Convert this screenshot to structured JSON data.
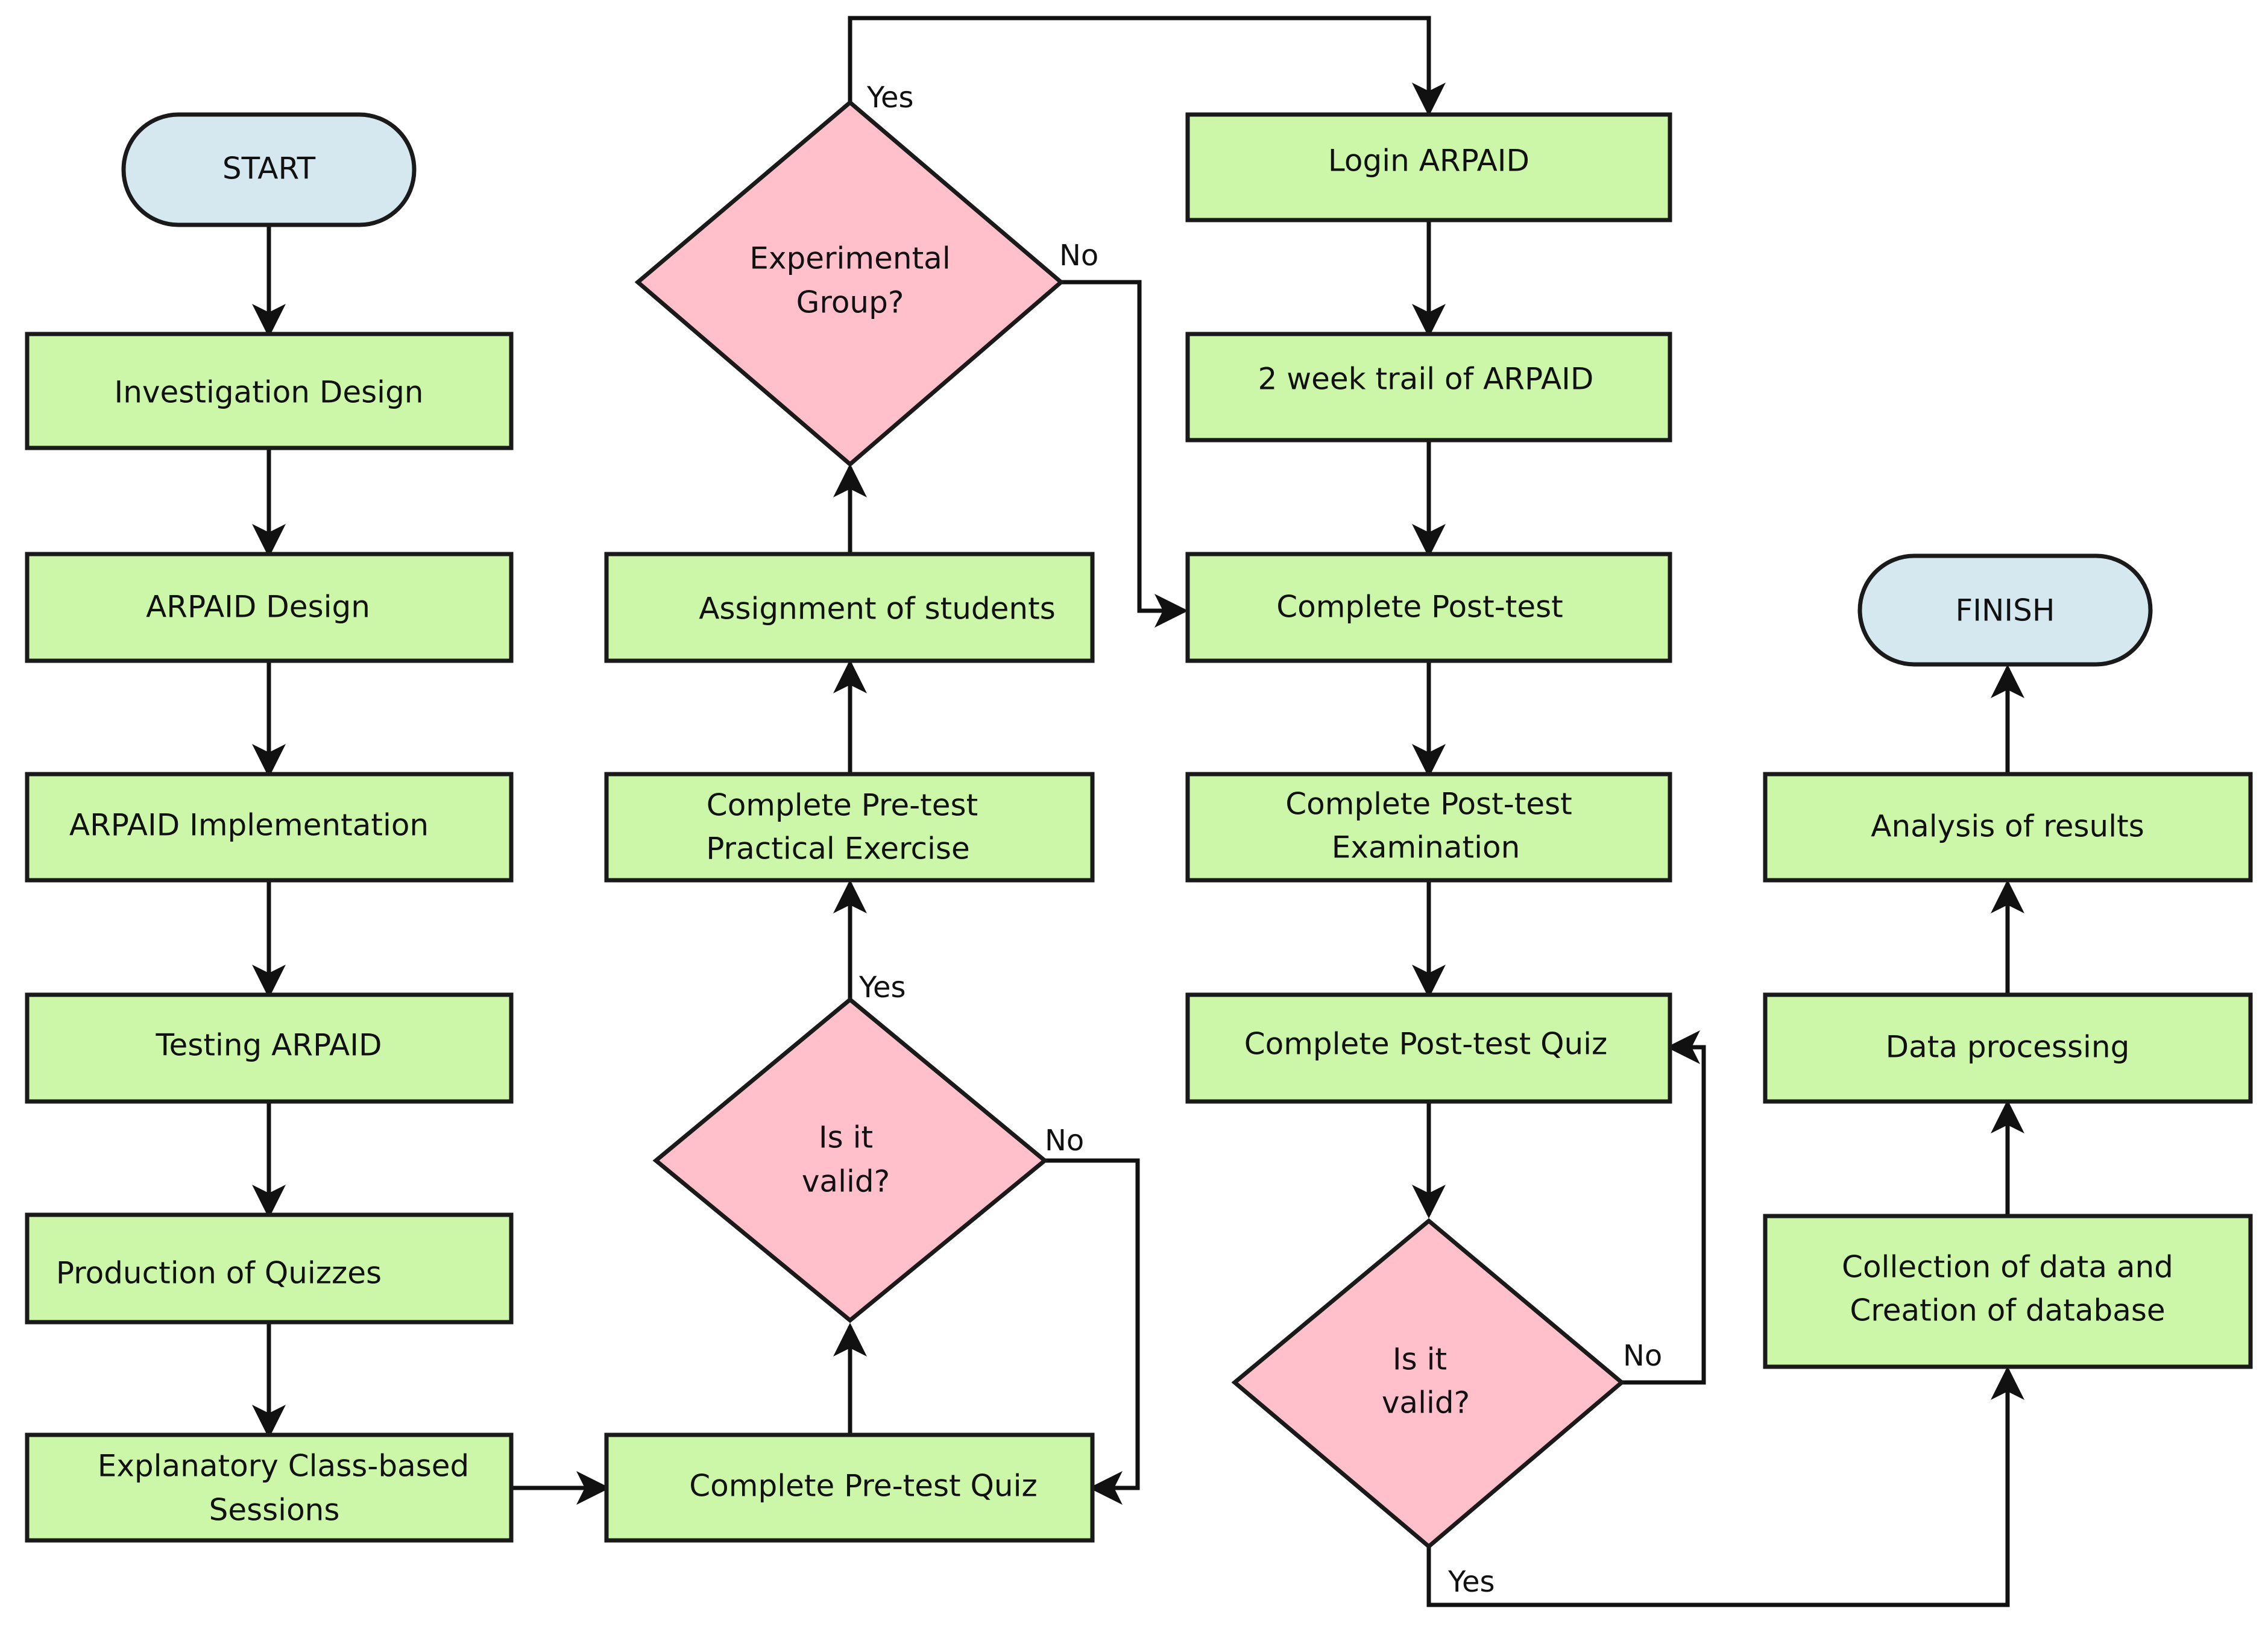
{
  "nodes": {
    "start": "START",
    "investigation_design": "Investigation Design",
    "arpaid_design": "ARPAID Design",
    "arpaid_implementation": "ARPAID Implementation",
    "testing_arpaid": "Testing ARPAID",
    "production_quizzes": "Production of Quizzes",
    "explanatory_sessions": [
      "Explanatory Class-based",
      "Sessions"
    ],
    "pretest_quiz": "Complete Pre-test Quiz",
    "is_valid_1": [
      "Is it",
      "valid?"
    ],
    "pretest_practical": [
      "Complete Pre-test",
      "Practical Exercise"
    ],
    "assignment_students": "Assignment of students",
    "experimental_group": [
      "Experimental",
      "Group?"
    ],
    "login_arpaid": "Login ARPAID",
    "trail_arpaid": "2 week trail of ARPAID",
    "posttest": "Complete Post-test",
    "posttest_exam": [
      "Complete Post-test",
      "Examination"
    ],
    "posttest_quiz": "Complete Post-test Quiz",
    "is_valid_2": [
      "Is it",
      "valid?"
    ],
    "collection_data": [
      "Collection of data and",
      "Creation of database"
    ],
    "data_processing": "Data processing",
    "analysis_results": "Analysis of results",
    "finish": "FINISH"
  },
  "edge_labels": {
    "yes": "Yes",
    "no": "No"
  },
  "colors": {
    "process_fill": "#ccf7a8",
    "decision_fill": "#ffc0cb",
    "terminal_fill": "#d5e8f0",
    "stroke": "#1a1a1a"
  }
}
